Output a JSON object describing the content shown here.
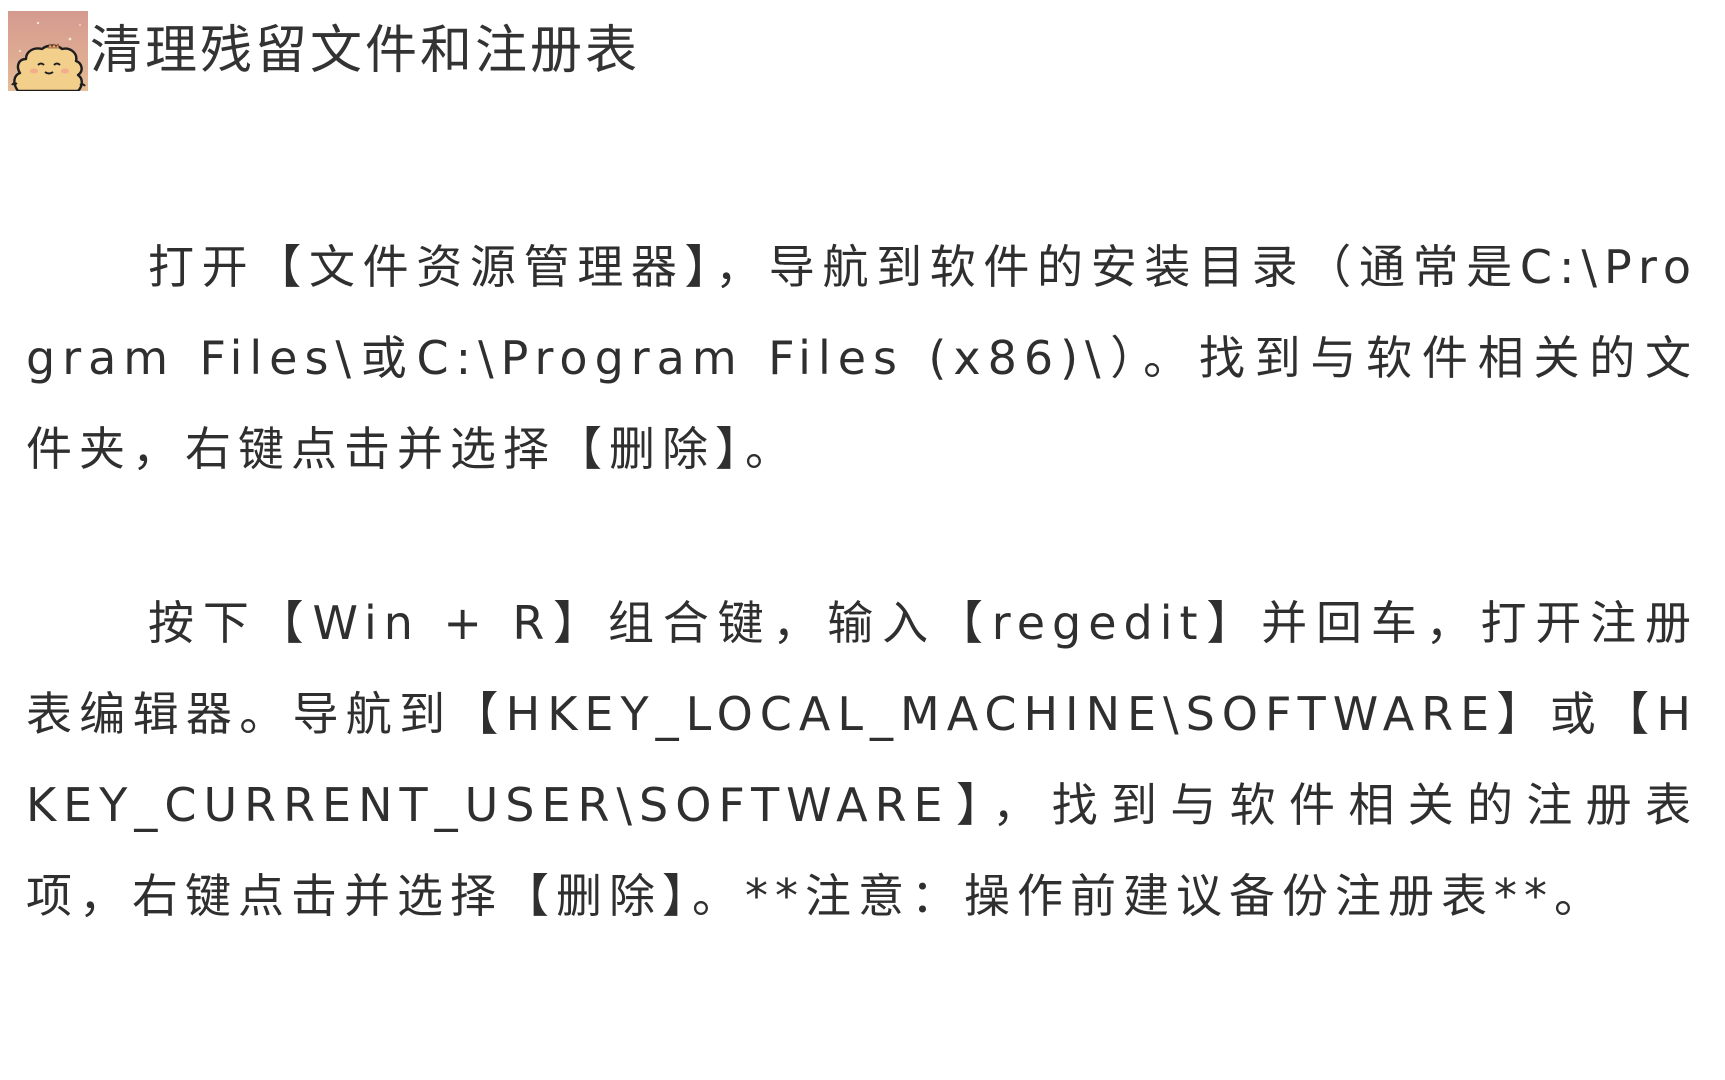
{
  "header": {
    "avatar_icon": "cartoon-bear-avatar",
    "title": "清理残留文件和注册表"
  },
  "paragraphs": [
    {
      "text": "打开【文件资源管理器】，导航到软件的安装目录（通常是C:\\Program Files\\或C:\\Program Files (x86)\\）。找到与软件相关的文件夹，右键点击并选择【删除】。"
    },
    {
      "text": "按下【Win + R】组合键，输入【regedit】并回车，打开注册表编辑器。导航到【HKEY_LOCAL_MACHINE\\SOFTWARE】或【HKEY_CURRENT_USER\\SOFTWARE】，找到与软件相关的注册表项，右键点击并选择【删除】。**注意：操作前建议备份注册表**。"
    }
  ],
  "colors": {
    "text": "#2f2f2f",
    "background": "#ffffff",
    "avatar_bg_top": "#d49a8f",
    "avatar_bg_bottom": "#e6bd97",
    "bear_fill": "#f3cf8c"
  }
}
